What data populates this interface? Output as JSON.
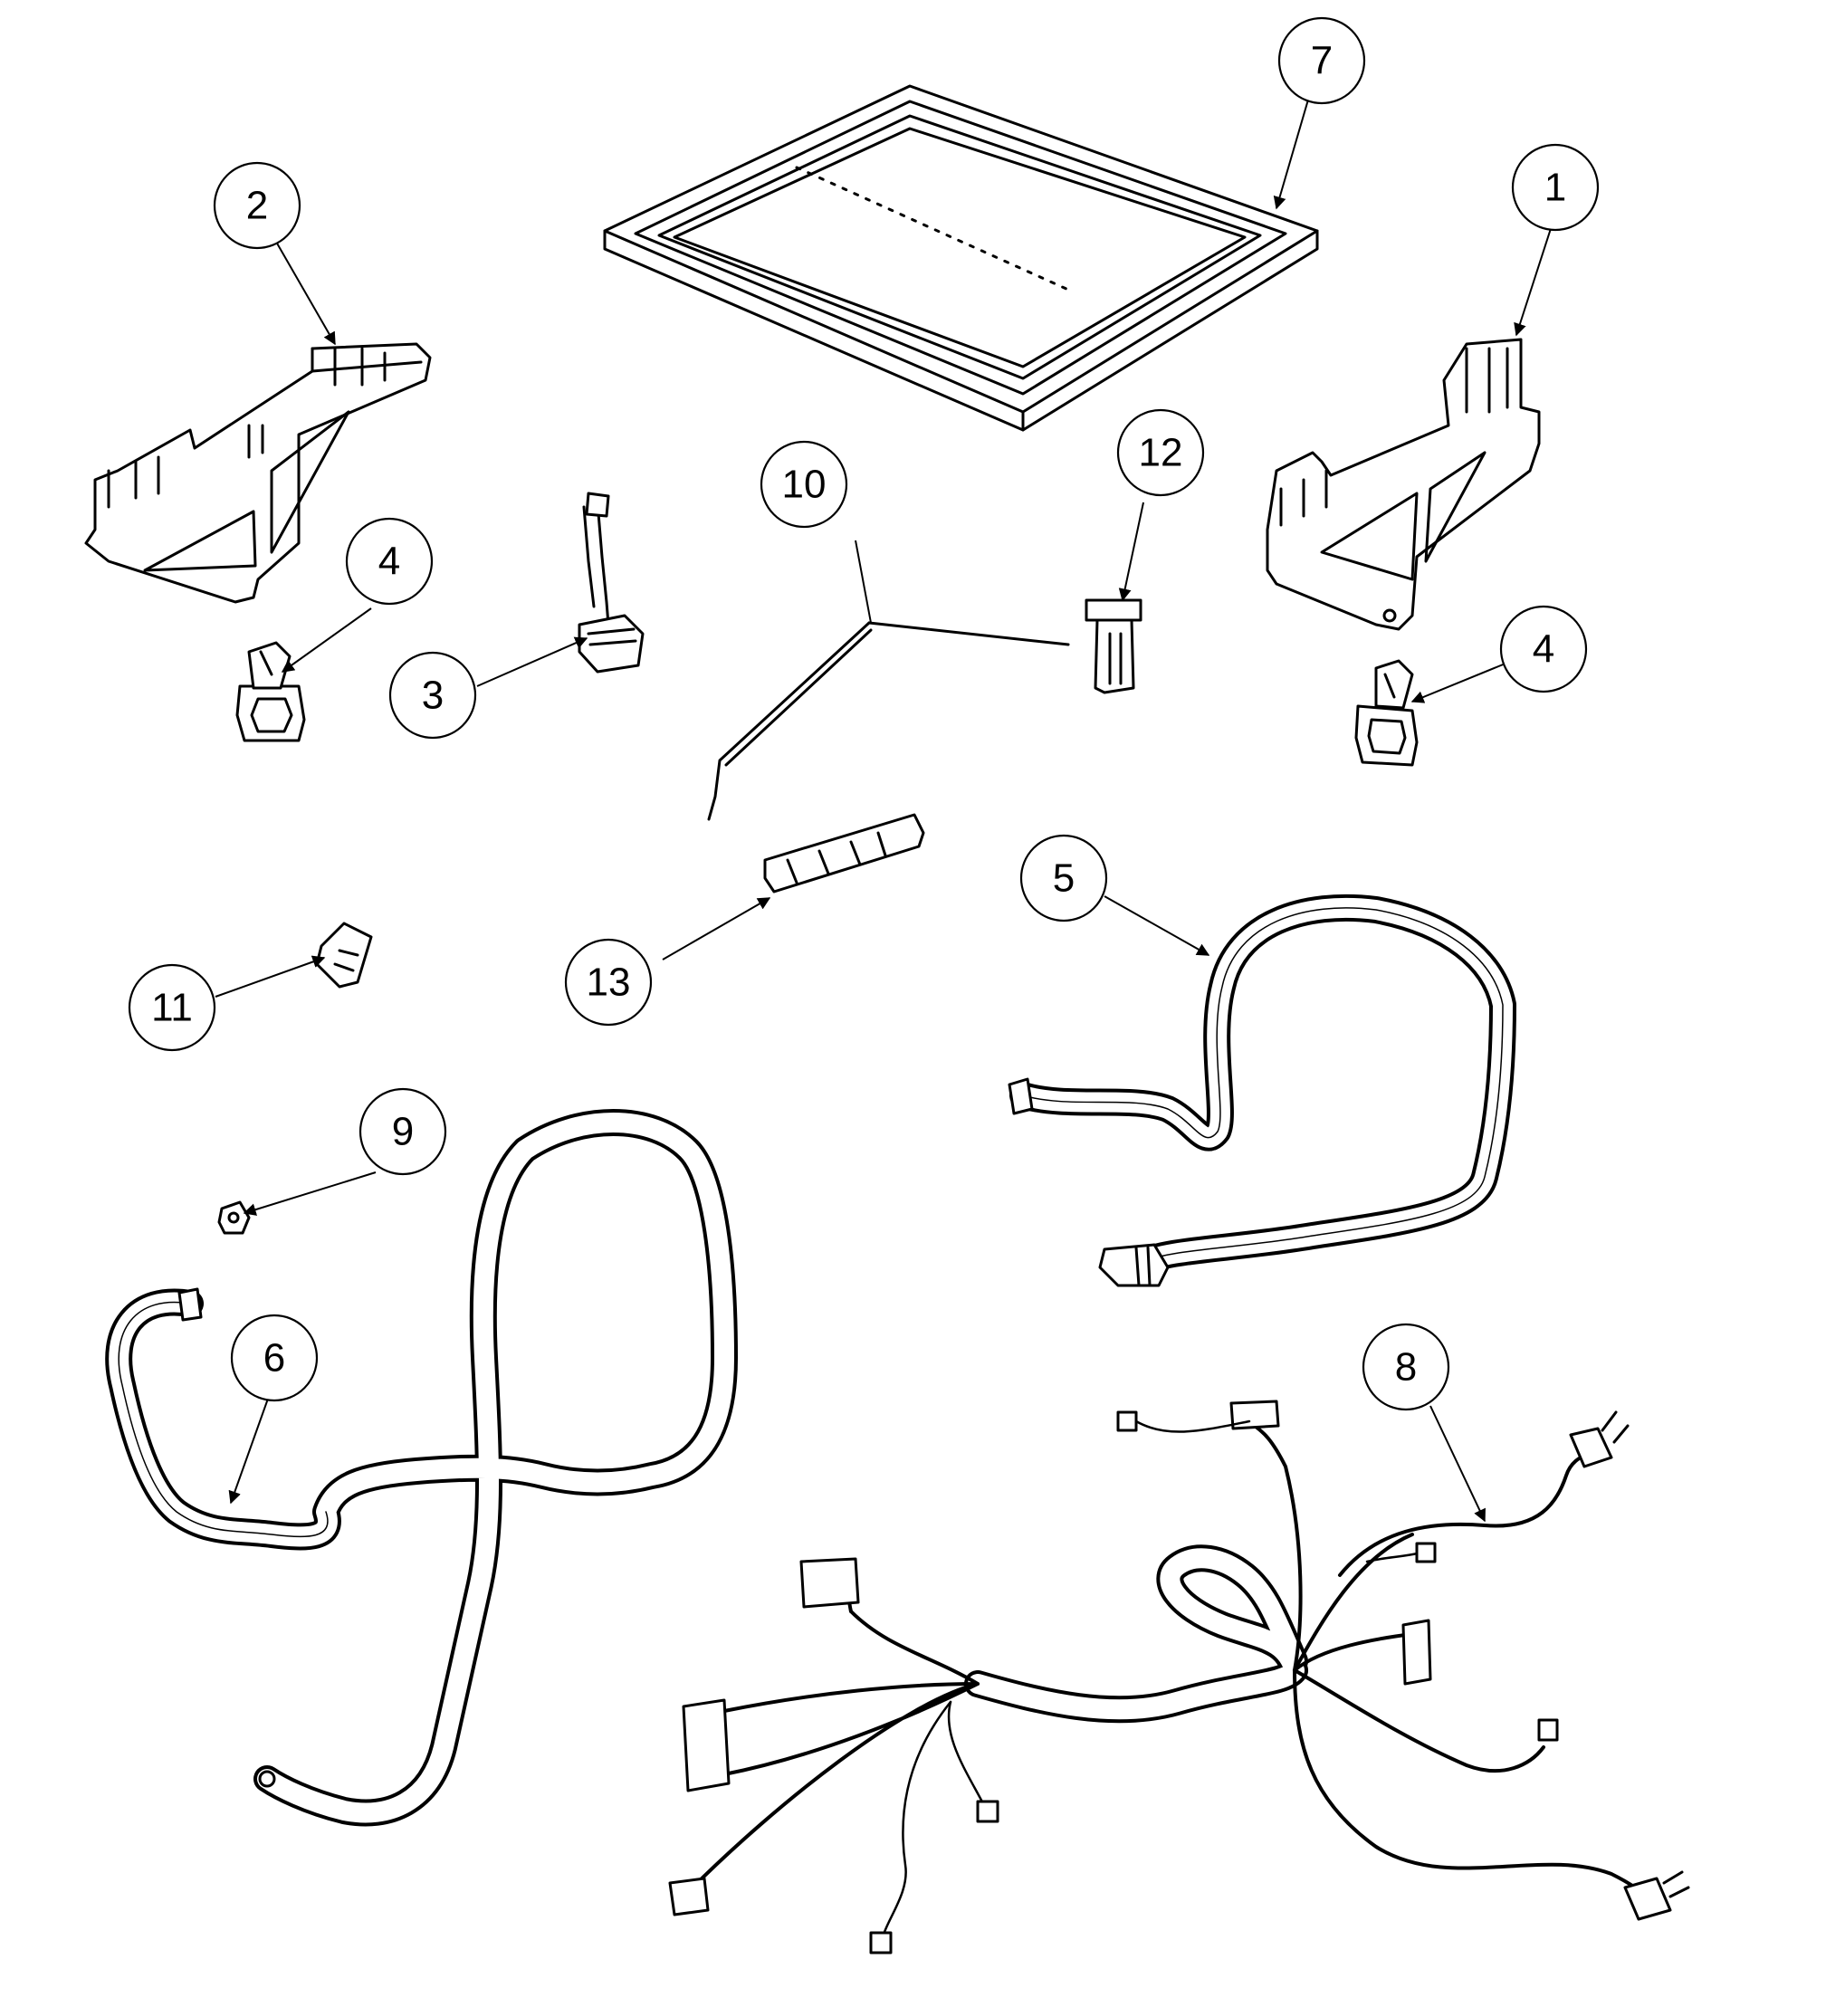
{
  "diagram": {
    "callouts": [
      {
        "id": "c1",
        "label": "1"
      },
      {
        "id": "c2",
        "label": "2"
      },
      {
        "id": "c3",
        "label": "3"
      },
      {
        "id": "c4a",
        "label": "4"
      },
      {
        "id": "c4b",
        "label": "4"
      },
      {
        "id": "c5",
        "label": "5"
      },
      {
        "id": "c6",
        "label": "6"
      },
      {
        "id": "c7",
        "label": "7"
      },
      {
        "id": "c8",
        "label": "8"
      },
      {
        "id": "c9",
        "label": "9"
      },
      {
        "id": "c10",
        "label": "10"
      },
      {
        "id": "c11",
        "label": "11"
      },
      {
        "id": "c12",
        "label": "12"
      },
      {
        "id": "c13",
        "label": "13"
      }
    ]
  }
}
